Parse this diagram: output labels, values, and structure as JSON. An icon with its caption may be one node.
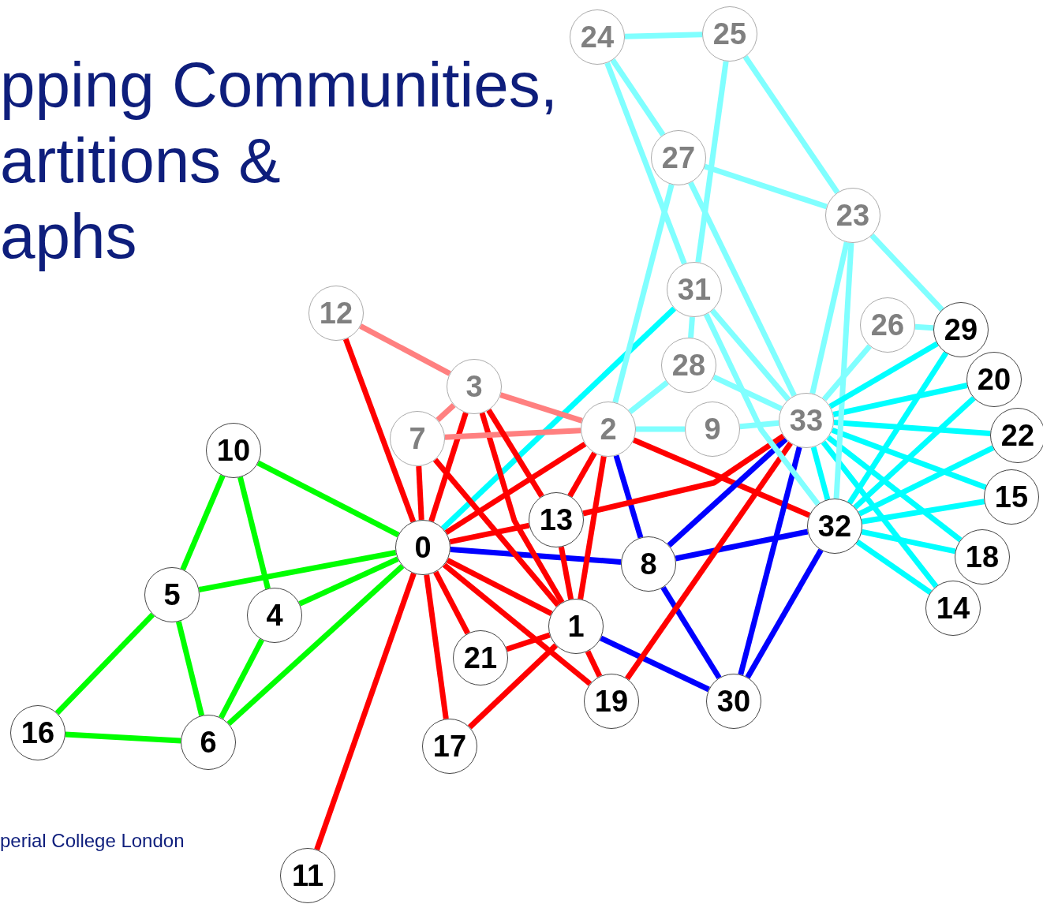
{
  "diagram": {
    "title": "pping Communities, artitions & aphs",
    "nodes": [
      {
        "text": [
          "0"
        ]
      },
      {
        "text": [
          "1"
        ]
      },
      {
        "text": [
          "2"
        ]
      },
      {
        "text": [
          "3"
        ]
      },
      {
        "text": [
          "4"
        ]
      },
      {
        "text": [
          "5"
        ]
      },
      {
        "text": [
          "6"
        ]
      },
      {
        "text": [
          "7"
        ]
      },
      {
        "text": [
          "8"
        ]
      },
      {
        "text": [
          "9"
        ]
      },
      {
        "text": [
          "10"
        ]
      },
      {
        "text": [
          "11"
        ]
      },
      {
        "text": [
          "12"
        ]
      },
      {
        "text": [
          "13"
        ]
      },
      {
        "text": [
          "14"
        ]
      },
      {
        "text": [
          "15"
        ]
      },
      {
        "text": [
          "16"
        ]
      },
      {
        "text": [
          "17"
        ]
      },
      {
        "text": [
          "18"
        ]
      },
      {
        "text": [
          "19"
        ]
      },
      {
        "text": [
          "20"
        ]
      },
      {
        "text": [
          "21"
        ]
      },
      {
        "text": [
          "22"
        ]
      },
      {
        "text": [
          "23"
        ]
      },
      {
        "text": [
          "24"
        ]
      },
      {
        "text": [
          "25"
        ]
      },
      {
        "text": [
          "26"
        ]
      },
      {
        "text": [
          "27"
        ]
      },
      {
        "text": [
          "28"
        ]
      },
      {
        "text": [
          "29"
        ]
      },
      {
        "text": [
          "30"
        ]
      },
      {
        "text": [
          "31"
        ]
      },
      {
        "text": [
          "32"
        ]
      },
      {
        "text": [
          "33"
        ]
      }
    ],
    "edges": [
      {
        "from": 0,
        "to": 1,
        "arrow": "none",
        "color": "#ff0000"
      },
      {
        "from": 0,
        "to": 2,
        "arrow": "none",
        "color": "#ff0000"
      },
      {
        "from": 0,
        "to": 3,
        "arrow": "none",
        "color": "#ff0000"
      },
      {
        "from": 0,
        "to": 4,
        "arrow": "none",
        "color": "#00ff00"
      },
      {
        "from": 0,
        "to": 5,
        "arrow": "none",
        "color": "#00ff00"
      },
      {
        "from": 0,
        "to": 6,
        "arrow": "none",
        "color": "#00ff00"
      },
      {
        "from": 0,
        "to": 7,
        "arrow": "none",
        "color": "#ff0000"
      },
      {
        "from": 0,
        "to": 8,
        "arrow": "none",
        "color": "#0000ff"
      },
      {
        "from": 0,
        "to": 10,
        "arrow": "none",
        "color": "#00ff00"
      },
      {
        "from": 0,
        "to": 11,
        "arrow": "none",
        "color": "#ff0000"
      },
      {
        "from": 0,
        "to": 12,
        "arrow": "none",
        "color": "#ff0000"
      },
      {
        "from": 0,
        "to": 13,
        "arrow": "none",
        "color": "#ff0000"
      },
      {
        "from": 0,
        "to": 17,
        "arrow": "none",
        "color": "#ff0000"
      },
      {
        "from": 0,
        "to": 19,
        "arrow": "none",
        "color": "#ff0000"
      },
      {
        "from": 0,
        "to": 21,
        "arrow": "none",
        "color": "#ff0000"
      },
      {
        "from": 0,
        "to": 31,
        "arrow": "none",
        "color": "#00ffff"
      },
      {
        "from": 1,
        "to": 2,
        "arrow": "none",
        "color": "#ff0000"
      },
      {
        "from": 1,
        "to": 3,
        "arrow": "none",
        "color": "#ff0000"
      },
      {
        "from": 1,
        "to": 7,
        "arrow": "none",
        "color": "#ff0000"
      },
      {
        "from": 1,
        "to": 13,
        "arrow": "none",
        "color": "#ff0000"
      },
      {
        "from": 1,
        "to": 17,
        "arrow": "none",
        "color": "#ff0000"
      },
      {
        "from": 1,
        "to": 19,
        "arrow": "none",
        "color": "#ff0000"
      },
      {
        "from": 1,
        "to": 21,
        "arrow": "none",
        "color": "#ff0000"
      },
      {
        "from": 1,
        "to": 30,
        "arrow": "none",
        "color": "#0000ff"
      },
      {
        "from": 2,
        "to": 3,
        "arrow": "none",
        "color": "#ff8080"
      },
      {
        "from": 2,
        "to": 7,
        "arrow": "none",
        "color": "#ff8080"
      },
      {
        "from": 2,
        "to": 8,
        "arrow": "none",
        "color": "#0000ff"
      },
      {
        "from": 2,
        "to": 9,
        "arrow": "none",
        "color": "#80ffff"
      },
      {
        "from": 2,
        "to": 13,
        "arrow": "none",
        "color": "#ff0000"
      },
      {
        "from": 2,
        "to": 27,
        "arrow": "none",
        "color": "#80ffff"
      },
      {
        "from": 2,
        "to": 28,
        "arrow": "none",
        "color": "#80ffff"
      },
      {
        "from": 2,
        "to": 32,
        "arrow": "none",
        "color": "#ff0000"
      },
      {
        "from": 3,
        "to": 7,
        "arrow": "none",
        "color": "#ff8080"
      },
      {
        "from": 3,
        "to": 12,
        "arrow": "none",
        "color": "#ff8080"
      },
      {
        "from": 3,
        "to": 13,
        "arrow": "none",
        "color": "#ff0000"
      },
      {
        "from": 4,
        "to": 6,
        "arrow": "none",
        "color": "#00ff00"
      },
      {
        "from": 4,
        "to": 10,
        "arrow": "none",
        "color": "#00ff00"
      },
      {
        "from": 5,
        "to": 6,
        "arrow": "none",
        "color": "#00ff00"
      },
      {
        "from": 5,
        "to": 10,
        "arrow": "none",
        "color": "#00ff00"
      },
      {
        "from": 5,
        "to": 16,
        "arrow": "none",
        "color": "#00ff00"
      },
      {
        "from": 6,
        "to": 16,
        "arrow": "none",
        "color": "#00ff00"
      },
      {
        "from": 8,
        "to": 30,
        "arrow": "none",
        "color": "#0000ff"
      },
      {
        "from": 8,
        "to": 32,
        "arrow": "none",
        "color": "#0000ff"
      },
      {
        "from": 8,
        "to": 33,
        "arrow": "none",
        "color": "#0000ff"
      },
      {
        "from": 9,
        "to": 33,
        "arrow": "none",
        "color": "#80ffff"
      },
      {
        "from": 13,
        "to": 33,
        "arrow": "none",
        "color": "#ff0000"
      },
      {
        "from": 14,
        "to": 32,
        "arrow": "none",
        "color": "#00ffff"
      },
      {
        "from": 14,
        "to": 33,
        "arrow": "none",
        "color": "#00ffff"
      },
      {
        "from": 15,
        "to": 32,
        "arrow": "none",
        "color": "#00ffff"
      },
      {
        "from": 15,
        "to": 33,
        "arrow": "none",
        "color": "#00ffff"
      },
      {
        "from": 18,
        "to": 32,
        "arrow": "none",
        "color": "#00ffff"
      },
      {
        "from": 18,
        "to": 33,
        "arrow": "none",
        "color": "#00ffff"
      },
      {
        "from": 19,
        "to": 33,
        "arrow": "none",
        "color": "#ff0000"
      },
      {
        "from": 20,
        "to": 32,
        "arrow": "none",
        "color": "#00ffff"
      },
      {
        "from": 20,
        "to": 33,
        "arrow": "none",
        "color": "#00ffff"
      },
      {
        "from": 22,
        "to": 32,
        "arrow": "none",
        "color": "#00ffff"
      },
      {
        "from": 22,
        "to": 33,
        "arrow": "none",
        "color": "#00ffff"
      },
      {
        "from": 23,
        "to": 25,
        "arrow": "none",
        "color": "#80ffff"
      },
      {
        "from": 23,
        "to": 27,
        "arrow": "none",
        "color": "#80ffff"
      },
      {
        "from": 23,
        "to": 29,
        "arrow": "none",
        "color": "#80ffff"
      },
      {
        "from": 23,
        "to": 32,
        "arrow": "none",
        "color": "#80ffff"
      },
      {
        "from": 23,
        "to": 33,
        "arrow": "none",
        "color": "#80ffff"
      },
      {
        "from": 24,
        "to": 25,
        "arrow": "none",
        "color": "#80ffff"
      },
      {
        "from": 24,
        "to": 27,
        "arrow": "none",
        "color": "#80ffff"
      },
      {
        "from": 24,
        "to": 31,
        "arrow": "none",
        "color": "#80ffff"
      },
      {
        "from": 25,
        "to": 31,
        "arrow": "none",
        "color": "#80ffff"
      },
      {
        "from": 26,
        "to": 29,
        "arrow": "none",
        "color": "#80ffff"
      },
      {
        "from": 26,
        "to": 33,
        "arrow": "none",
        "color": "#80ffff"
      },
      {
        "from": 27,
        "to": 33,
        "arrow": "none",
        "color": "#80ffff"
      },
      {
        "from": 28,
        "to": 31,
        "arrow": "none",
        "color": "#80ffff"
      },
      {
        "from": 28,
        "to": 33,
        "arrow": "none",
        "color": "#80ffff"
      },
      {
        "from": 29,
        "to": 32,
        "arrow": "none",
        "color": "#00ffff"
      },
      {
        "from": 29,
        "to": 33,
        "arrow": "none",
        "color": "#00ffff"
      },
      {
        "from": 30,
        "to": 32,
        "arrow": "none",
        "color": "#0000ff"
      },
      {
        "from": 30,
        "to": 33,
        "arrow": "none",
        "color": "#0000ff"
      },
      {
        "from": 31,
        "to": 32,
        "arrow": "none",
        "color": "#80ffff"
      },
      {
        "from": 31,
        "to": 33,
        "arrow": "none",
        "color": "#80ffff"
      },
      {
        "from": 32,
        "to": 33,
        "arrow": "none",
        "color": "#00ffff"
      }
    ],
    "labels": [
      "perial College London"
    ]
  }
}
